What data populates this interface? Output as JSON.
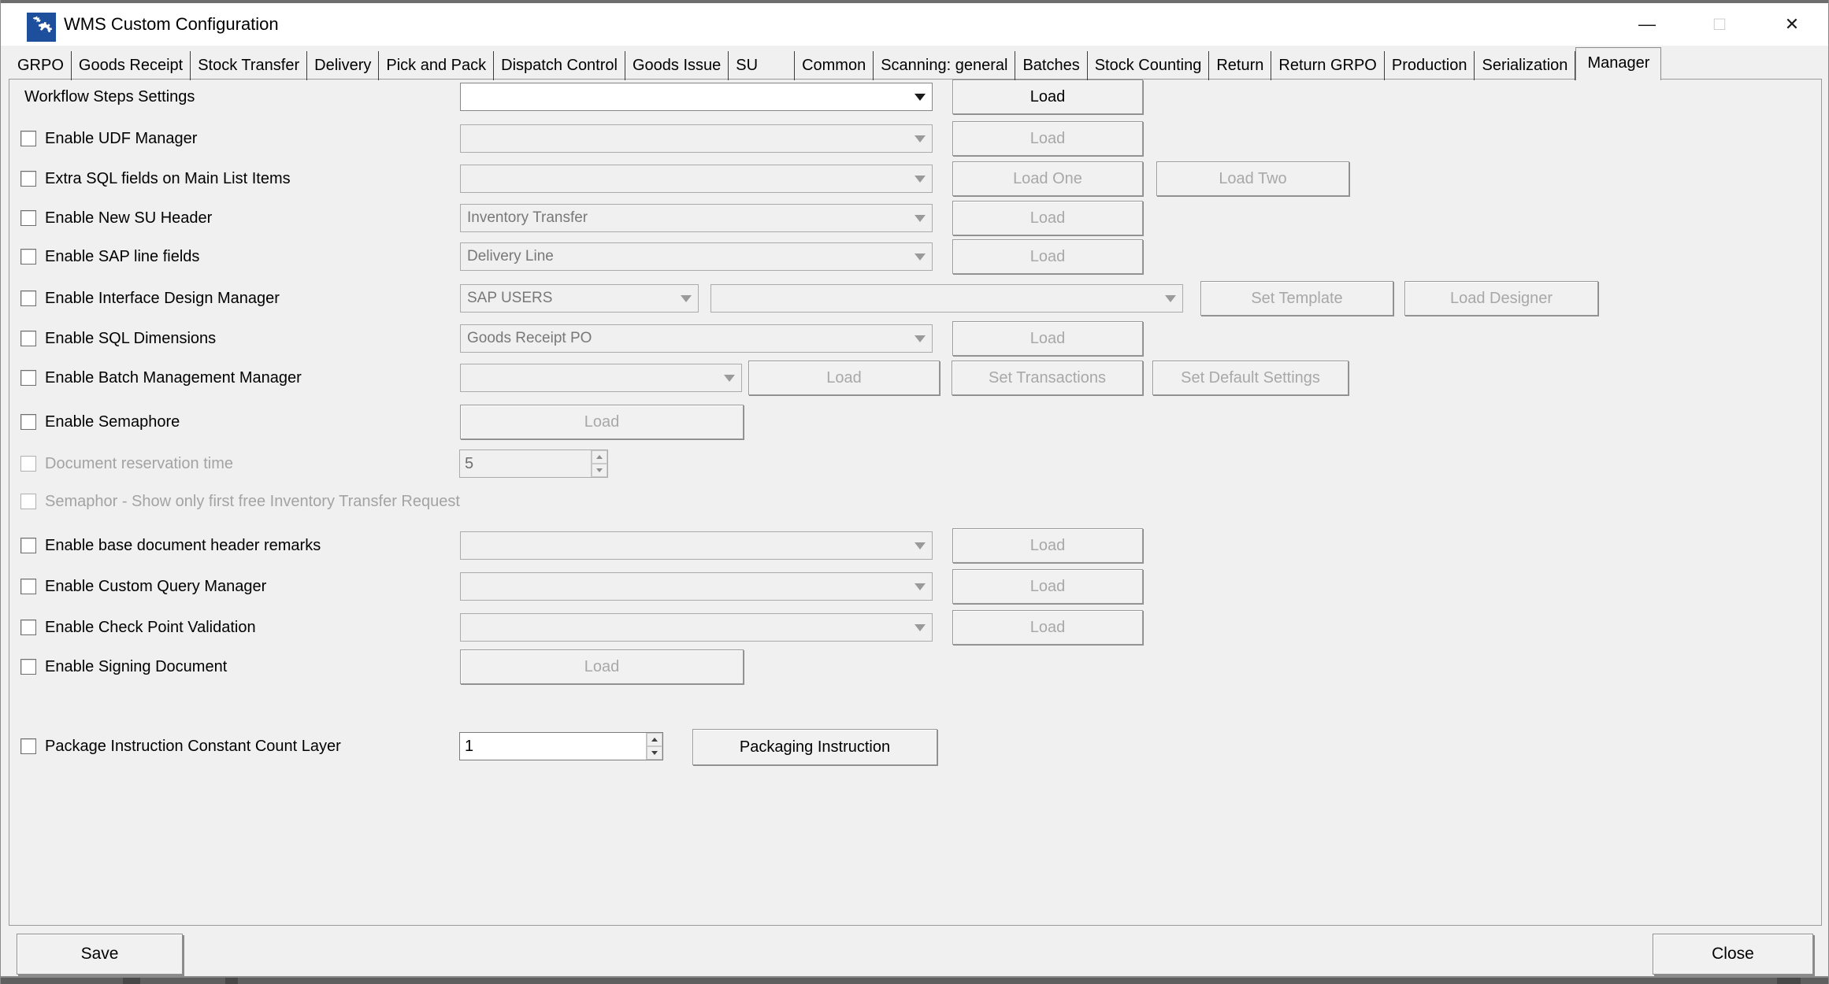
{
  "window": {
    "title": "WMS Custom Configuration",
    "icon": "gears-icon",
    "minimize_glyph": "—",
    "close_glyph": "✕"
  },
  "colors": {
    "icon_blue": "#1d4f9c",
    "window_bg": "#f0f0f0",
    "titlebar_bg": "#ffffff",
    "disabled_text": "#a3a3a3",
    "taskbar": "#5f5f5f"
  },
  "tabs": {
    "active_label": "Manager",
    "items": [
      {
        "label": "GRPO"
      },
      {
        "label": "Goods Receipt"
      },
      {
        "label": "Stock Transfer"
      },
      {
        "label": "Delivery"
      },
      {
        "label": "Pick and Pack"
      },
      {
        "label": "Dispatch Control"
      },
      {
        "label": "Goods Issue"
      },
      {
        "label": "SU"
      },
      {
        "label": "Common"
      },
      {
        "label": "Scanning: general"
      },
      {
        "label": "Batches"
      },
      {
        "label": "Stock Counting"
      },
      {
        "label": "Return"
      },
      {
        "label": "Return GRPO"
      },
      {
        "label": "Production"
      },
      {
        "label": "Serialization"
      },
      {
        "label": "Manager"
      }
    ]
  },
  "form": {
    "rows": [
      {
        "label": "Workflow Steps Settings",
        "combo": {
          "value": "",
          "enabled": true
        },
        "buttons": [
          {
            "label": "Load",
            "enabled": true
          }
        ]
      },
      {
        "label": "Enable UDF Manager",
        "checked": false,
        "combo": {
          "value": "",
          "enabled": false
        },
        "buttons": [
          {
            "label": "Load",
            "enabled": false
          }
        ]
      },
      {
        "label": "Extra SQL fields on Main List Items",
        "checked": false,
        "combo": {
          "value": "",
          "enabled": false
        },
        "buttons": [
          {
            "label": "Load One",
            "enabled": false
          },
          {
            "label": "Load Two",
            "enabled": false
          }
        ]
      },
      {
        "label": "Enable New SU Header",
        "checked": false,
        "combo": {
          "value": "Inventory Transfer",
          "enabled": false
        },
        "buttons": [
          {
            "label": "Load",
            "enabled": false
          }
        ]
      },
      {
        "label": "Enable SAP line fields",
        "checked": false,
        "combo": {
          "value": "Delivery Line",
          "enabled": false
        },
        "buttons": [
          {
            "label": "Load",
            "enabled": false
          }
        ]
      },
      {
        "label": "Enable Interface Design Manager",
        "checked": false,
        "combo": {
          "value": "SAP USERS",
          "enabled": false
        },
        "combo2": {
          "value": "",
          "enabled": false
        },
        "buttons": [
          {
            "label": "Set Template",
            "enabled": false
          },
          {
            "label": "Load Designer",
            "enabled": false
          }
        ]
      },
      {
        "label": "Enable SQL Dimensions",
        "checked": false,
        "combo": {
          "value": "Goods Receipt PO",
          "enabled": false
        },
        "buttons": [
          {
            "label": "Load",
            "enabled": false
          }
        ]
      },
      {
        "label": "Enable Batch Management Manager",
        "checked": false,
        "combo": {
          "value": "",
          "enabled": false
        },
        "buttons": [
          {
            "label": "Load",
            "enabled": false
          },
          {
            "label": "Set Transactions",
            "enabled": false
          },
          {
            "label": "Set Default Settings",
            "enabled": false
          }
        ]
      },
      {
        "label": "Enable Semaphore",
        "checked": false,
        "buttons": [
          {
            "label": "Load",
            "enabled": false
          }
        ]
      },
      {
        "label": "Document reservation time",
        "checked": false,
        "row_enabled": false,
        "spinner": {
          "value": "5",
          "enabled": false
        }
      },
      {
        "label": "Semaphor - Show only first free Inventory Transfer Request",
        "checked": false,
        "row_enabled": false
      },
      {
        "label": "Enable base document header remarks",
        "checked": false,
        "combo": {
          "value": "",
          "enabled": false
        },
        "buttons": [
          {
            "label": "Load",
            "enabled": false
          }
        ]
      },
      {
        "label": "Enable Custom Query Manager",
        "checked": false,
        "combo": {
          "value": "",
          "enabled": false
        },
        "buttons": [
          {
            "label": "Load",
            "enabled": false
          }
        ]
      },
      {
        "label": "Enable Check Point Validation",
        "checked": false,
        "combo": {
          "value": "",
          "enabled": false
        },
        "buttons": [
          {
            "label": "Load",
            "enabled": false
          }
        ]
      },
      {
        "label": "Enable Signing Document",
        "checked": false,
        "buttons": [
          {
            "label": "Load",
            "enabled": false
          }
        ]
      },
      {
        "label": "Package Instruction Constant Count Layer",
        "checked": false,
        "spinner": {
          "value": "1",
          "enabled": true
        },
        "buttons": [
          {
            "label": "Packaging Instruction",
            "enabled": true
          }
        ]
      }
    ]
  },
  "footer": {
    "save_label": "Save",
    "close_label": "Close"
  }
}
